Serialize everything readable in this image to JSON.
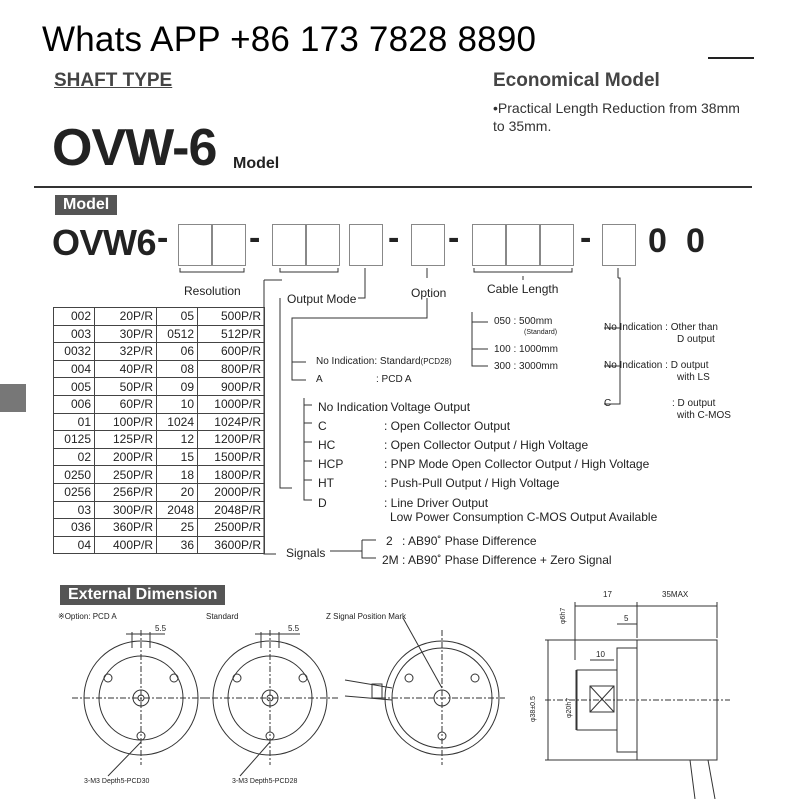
{
  "header": {
    "contact": "Whats APP +86 173 7828 8890",
    "shaft_type": "SHAFT TYPE",
    "economical": "Economical Model",
    "bullet": "•Practical Length Reduction from 38mm to 35mm.",
    "model_name": "OVW-6",
    "model_suffix": "Model"
  },
  "model_section": {
    "tag": "Model",
    "prefix": "OVW6",
    "dash": "-",
    "suffix1": "0",
    "suffix2": "0",
    "resolution_label": "Resolution",
    "output_mode_label": "Output Mode",
    "option_label": "Option",
    "cable_length_label": "Cable Length",
    "signals_label": "Signals"
  },
  "resolution_table": [
    [
      "002",
      "20P/R",
      "05",
      "500P/R"
    ],
    [
      "003",
      "30P/R",
      "0512",
      "512P/R"
    ],
    [
      "0032",
      "32P/R",
      "06",
      "600P/R"
    ],
    [
      "004",
      "40P/R",
      "08",
      "800P/R"
    ],
    [
      "005",
      "50P/R",
      "09",
      "900P/R"
    ],
    [
      "006",
      "60P/R",
      "10",
      "1000P/R"
    ],
    [
      "01",
      "100P/R",
      "1024",
      "1024P/R"
    ],
    [
      "0125",
      "125P/R",
      "12",
      "1200P/R"
    ],
    [
      "02",
      "200P/R",
      "15",
      "1500P/R"
    ],
    [
      "0250",
      "250P/R",
      "18",
      "1800P/R"
    ],
    [
      "0256",
      "256P/R",
      "20",
      "2000P/R"
    ],
    [
      "03",
      "300P/R",
      "2048",
      "2048P/R"
    ],
    [
      "036",
      "360P/R",
      "25",
      "2500P/R"
    ],
    [
      "04",
      "400P/R",
      "36",
      "3600P/R"
    ]
  ],
  "option_items": [
    {
      "code": "No Indication",
      "desc": ": Standard",
      "note": "(PCD28)"
    },
    {
      "code": "A",
      "desc": ": PCD A",
      "note": ""
    }
  ],
  "output_mode_items": [
    {
      "code": "No Indication",
      "desc": ": Voltage Output"
    },
    {
      "code": "C",
      "desc": ": Open Collector Output"
    },
    {
      "code": "HC",
      "desc": ": Open Collector Output / High Voltage"
    },
    {
      "code": "HCP",
      "desc": ": PNP Mode Open Collector Output / High Voltage"
    },
    {
      "code": "HT",
      "desc": ": Push-Pull Output / High Voltage"
    },
    {
      "code": "D",
      "desc": ": Line Driver Output",
      "desc2": "Low Power Consumption C-MOS Output Available"
    }
  ],
  "signal_items": [
    {
      "code": "2",
      "desc": ": AB90˚ Phase Difference"
    },
    {
      "code": "2M",
      "desc": ": AB90˚ Phase Difference + Zero Signal"
    }
  ],
  "cable_items": [
    {
      "code": "050",
      "desc": ": 500mm",
      "note": "(Standard)"
    },
    {
      "code": "100",
      "desc": ": 1000mm",
      "note": ""
    },
    {
      "code": "300",
      "desc": ": 3000mm",
      "note": ""
    }
  ],
  "suffix_items": [
    {
      "code": "No Indication",
      "desc": ": Other than",
      "desc2": "D output"
    },
    {
      "code": "No Indication",
      "desc": ": D output",
      "desc2": "with LS"
    },
    {
      "code": "C",
      "desc": ": D output",
      "desc2": "with C-MOS"
    }
  ],
  "dimension": {
    "tag": "External Dimension",
    "option_label": "※Option: PCD A",
    "standard_label": "Standard",
    "z_signal_label": "Z Signal Position Mark",
    "dim_55a": "5.5",
    "dim_55b": "5.5",
    "hole_a": "3-M3 Depth5-PCD30",
    "hole_b": "3-M3 Depth5-PCD28",
    "dim_17": "17",
    "dim_35max": "35MAX",
    "dim_5": "5",
    "dim_10": "10",
    "dim_6h7": "φ6h7",
    "dim_20h7": "φ20h7",
    "dim_38": "φ38±0.5"
  }
}
